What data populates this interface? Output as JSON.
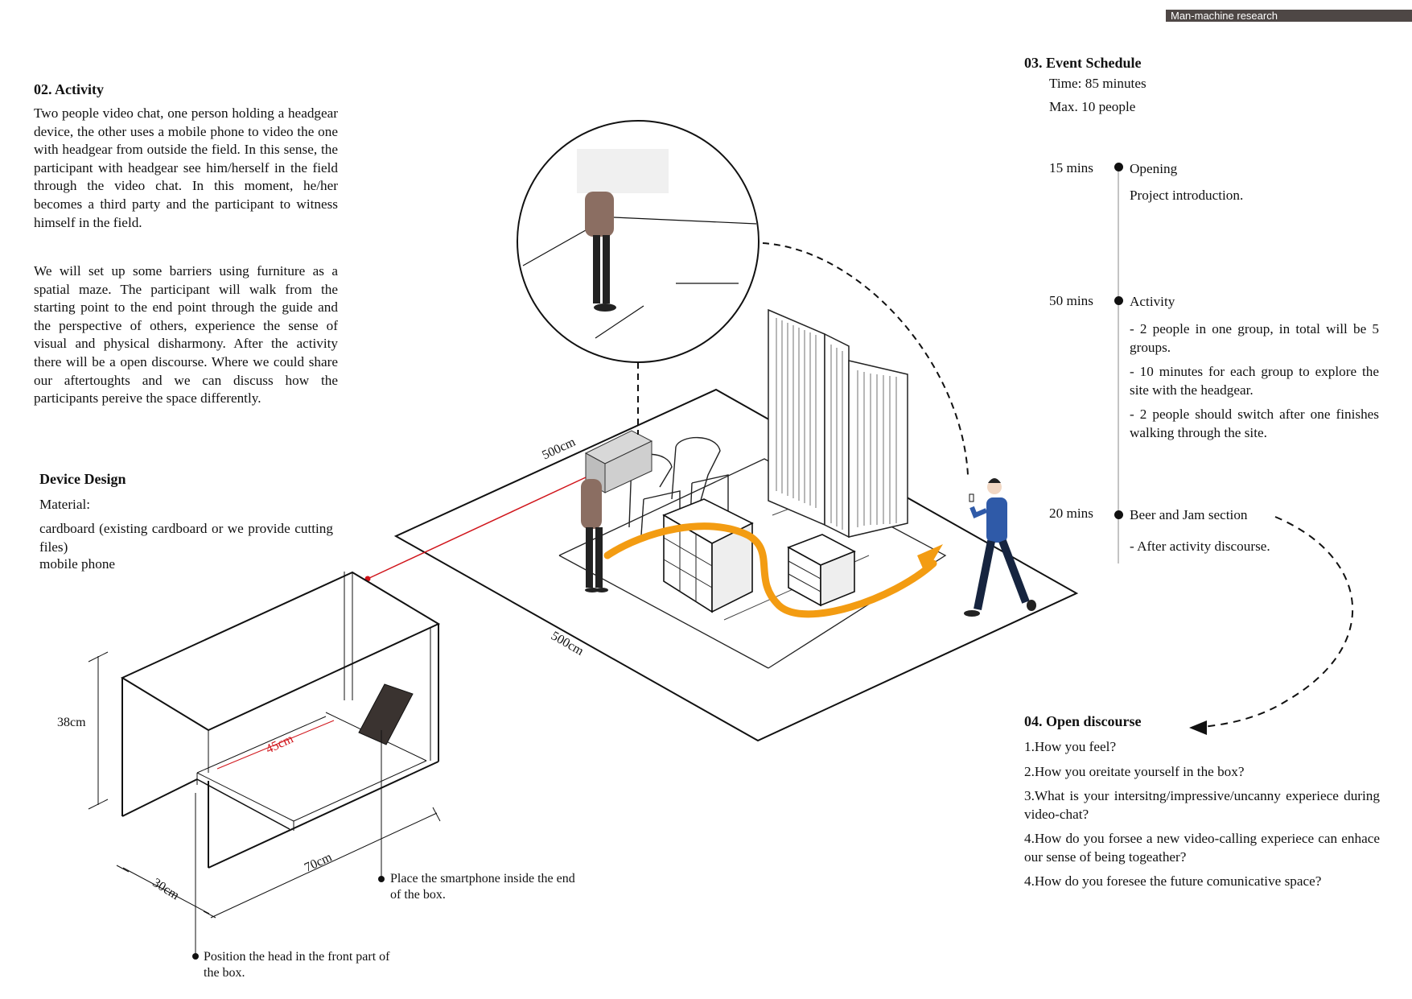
{
  "header_tag": "Man-machine research",
  "activity": {
    "title": "02. Activity",
    "para1": "Two people video chat, one person holding a headgear device, the other uses a mobile phone to video the one with headgear from outside the field. In this sense, the participant with headgear see him/herself in the field through the video chat. In this moment, he/her becomes a third party and the participant   to witness himself in the field.",
    "para2": "We will set up some barriers using furniture as a spatial maze. The participant will walk from the starting point to the end point through the guide and the perspective of others, experience the sense of visual and physical disharmony. After the activity there will be a open discourse. Where we could share our aftertoughts and we can discuss how the participants pereive the space differently."
  },
  "device": {
    "title": "Device Design",
    "material_label": "Material:",
    "material_line1": "cardboard (existing cardboard or we provide cutting files)",
    "material_line2": "mobile phone",
    "dim_height": "38cm",
    "dim_depth": "45cm",
    "dim_width": "70cm",
    "dim_short": "30cm",
    "note_phone": "Place the smartphone inside the end of the box.",
    "note_head": "Position the head in the front part of the box."
  },
  "site": {
    "dim_a": "500cm",
    "dim_b": "500cm"
  },
  "schedule": {
    "title": "03. Event Schedule",
    "time": "Time: 85 minutes",
    "max": "Max. 10 people",
    "items": [
      {
        "duration": "15 mins",
        "name": "Opening",
        "details": [
          "Project introduction."
        ]
      },
      {
        "duration": "50 mins",
        "name": "Activity",
        "details": [
          "- 2 people in one group, in total will be 5 groups.",
          "- 10 minutes for each group to explore the site with the headgear.",
          "- 2 people should switch after one finishes walking through the site."
        ]
      },
      {
        "duration": "20 mins",
        "name": "Beer and Jam section",
        "details": [
          "- After activity discourse."
        ]
      }
    ]
  },
  "discourse": {
    "title": "04. Open discourse",
    "questions": [
      "1.How you feel?",
      "2.How you oreitate yourself in the box?",
      "3.What is your intersitng/impressive/uncanny experiece during video-chat?",
      "4.How do you forsee a new video-calling experiece can enhace our sense of being togeather?",
      "4.How do you foresee the future comunicative space?"
    ]
  },
  "colors": {
    "accent_path": "#f39c12",
    "sightline": "#d0141a",
    "tag_bg": "#4e4745",
    "figure_top": "#8b6e62",
    "figure_blue": "#2f5aa8"
  }
}
